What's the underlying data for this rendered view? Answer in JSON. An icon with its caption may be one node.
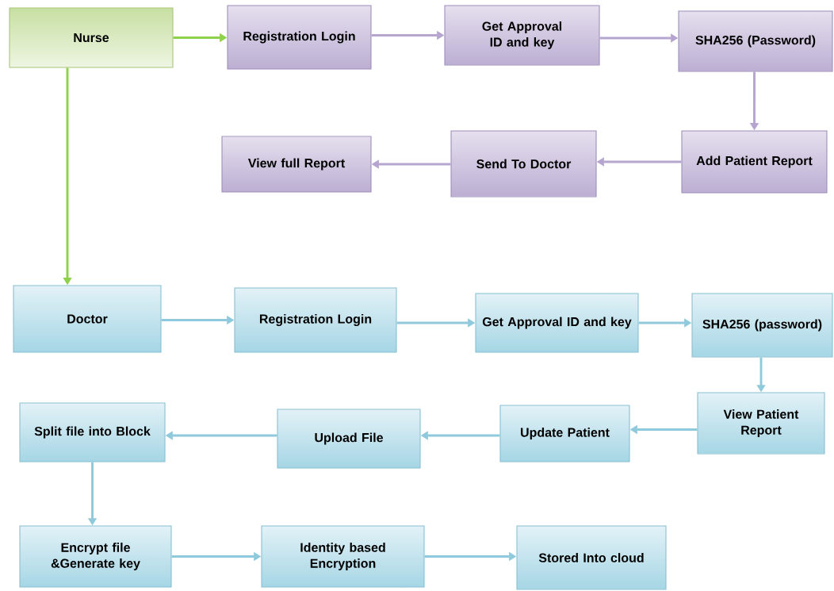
{
  "diagram": {
    "nodes": [
      {
        "text": [
          "Nurse"
        ]
      },
      {
        "text": [
          "Registration Login"
        ]
      },
      {
        "text": [
          "Get Approval ID and key"
        ]
      },
      {
        "text": [
          "SHA256 (Password)"
        ]
      },
      {
        "text": [
          "Add Patient Report"
        ]
      },
      {
        "text": [
          "Send To Doctor"
        ]
      },
      {
        "text": [
          "View full Report"
        ]
      },
      {
        "text": [
          "Doctor"
        ]
      },
      {
        "text": [
          "Registration Login"
        ]
      },
      {
        "text": [
          "Get Approval ID and key"
        ]
      },
      {
        "text": [
          "SHA256 (password)"
        ]
      },
      {
        "text": [
          "View Patient Report"
        ]
      },
      {
        "text": [
          "Update Patient"
        ]
      },
      {
        "text": [
          "Upload File"
        ]
      },
      {
        "text": [
          "Split file into Block"
        ]
      },
      {
        "text": [
          "Encrypt file &Generate key"
        ]
      },
      {
        "text": [
          "Identity based Encryption"
        ]
      },
      {
        "text": [
          "Stored Into cloud"
        ]
      }
    ],
    "edges": [
      {
        "from": 0,
        "to": 1,
        "arrow": "to",
        "color": "#8ed14b"
      },
      {
        "from": 1,
        "to": 2,
        "arrow": "to",
        "color": "#b5a5cf"
      },
      {
        "from": 2,
        "to": 3,
        "arrow": "to",
        "color": "#b5a5cf"
      },
      {
        "from": 3,
        "to": 4,
        "arrow": "to",
        "color": "#b5a5cf"
      },
      {
        "from": 4,
        "to": 5,
        "arrow": "to",
        "color": "#b5a5cf"
      },
      {
        "from": 5,
        "to": 6,
        "arrow": "to",
        "color": "#b5a5cf"
      },
      {
        "from": 0,
        "to": 7,
        "arrow": "to",
        "color": "#8ed14b"
      },
      {
        "from": 7,
        "to": 8,
        "arrow": "to"
      },
      {
        "from": 8,
        "to": 9,
        "arrow": "to"
      },
      {
        "from": 9,
        "to": 10,
        "arrow": "to"
      },
      {
        "from": 10,
        "to": 11,
        "arrow": "to"
      },
      {
        "from": 11,
        "to": 12,
        "arrow": "to"
      },
      {
        "from": 12,
        "to": 13,
        "arrow": "to"
      },
      {
        "from": 13,
        "to": 14,
        "arrow": "to"
      },
      {
        "from": 14,
        "to": 15,
        "arrow": "to"
      },
      {
        "from": 15,
        "to": 16,
        "arrow": "to"
      },
      {
        "from": 16,
        "to": 17,
        "arrow": "to"
      }
    ]
  }
}
